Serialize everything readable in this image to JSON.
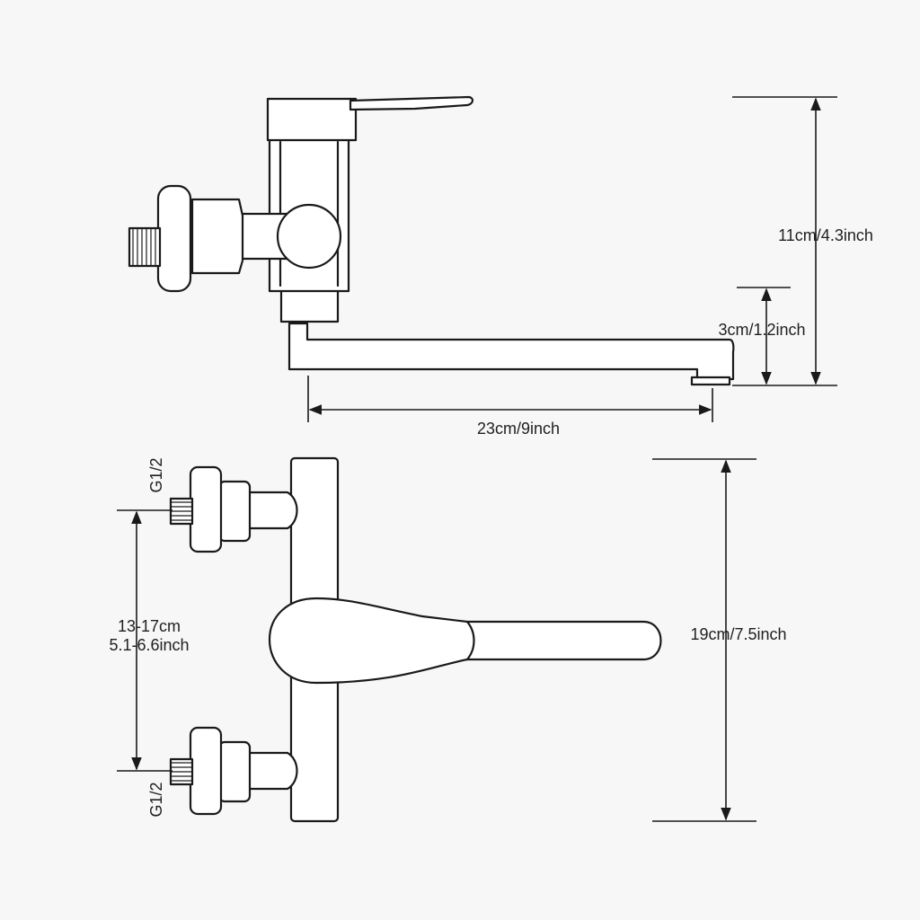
{
  "side_view": {
    "height_label": "11cm/4.3inch",
    "spout_height_label": "3cm/1.2inch",
    "spout_length_label": "23cm/9inch"
  },
  "front_view": {
    "top_thread_label": "G1/2",
    "bottom_thread_label": "G1/2",
    "spacing_label_cm": "13-17cm",
    "spacing_label_inch": "5.1-6.6inch",
    "height_label": "19cm/7.5inch"
  },
  "colors": {
    "line": "#1a1a1a",
    "background": "#f7f7f7",
    "fill": "#ffffff"
  }
}
